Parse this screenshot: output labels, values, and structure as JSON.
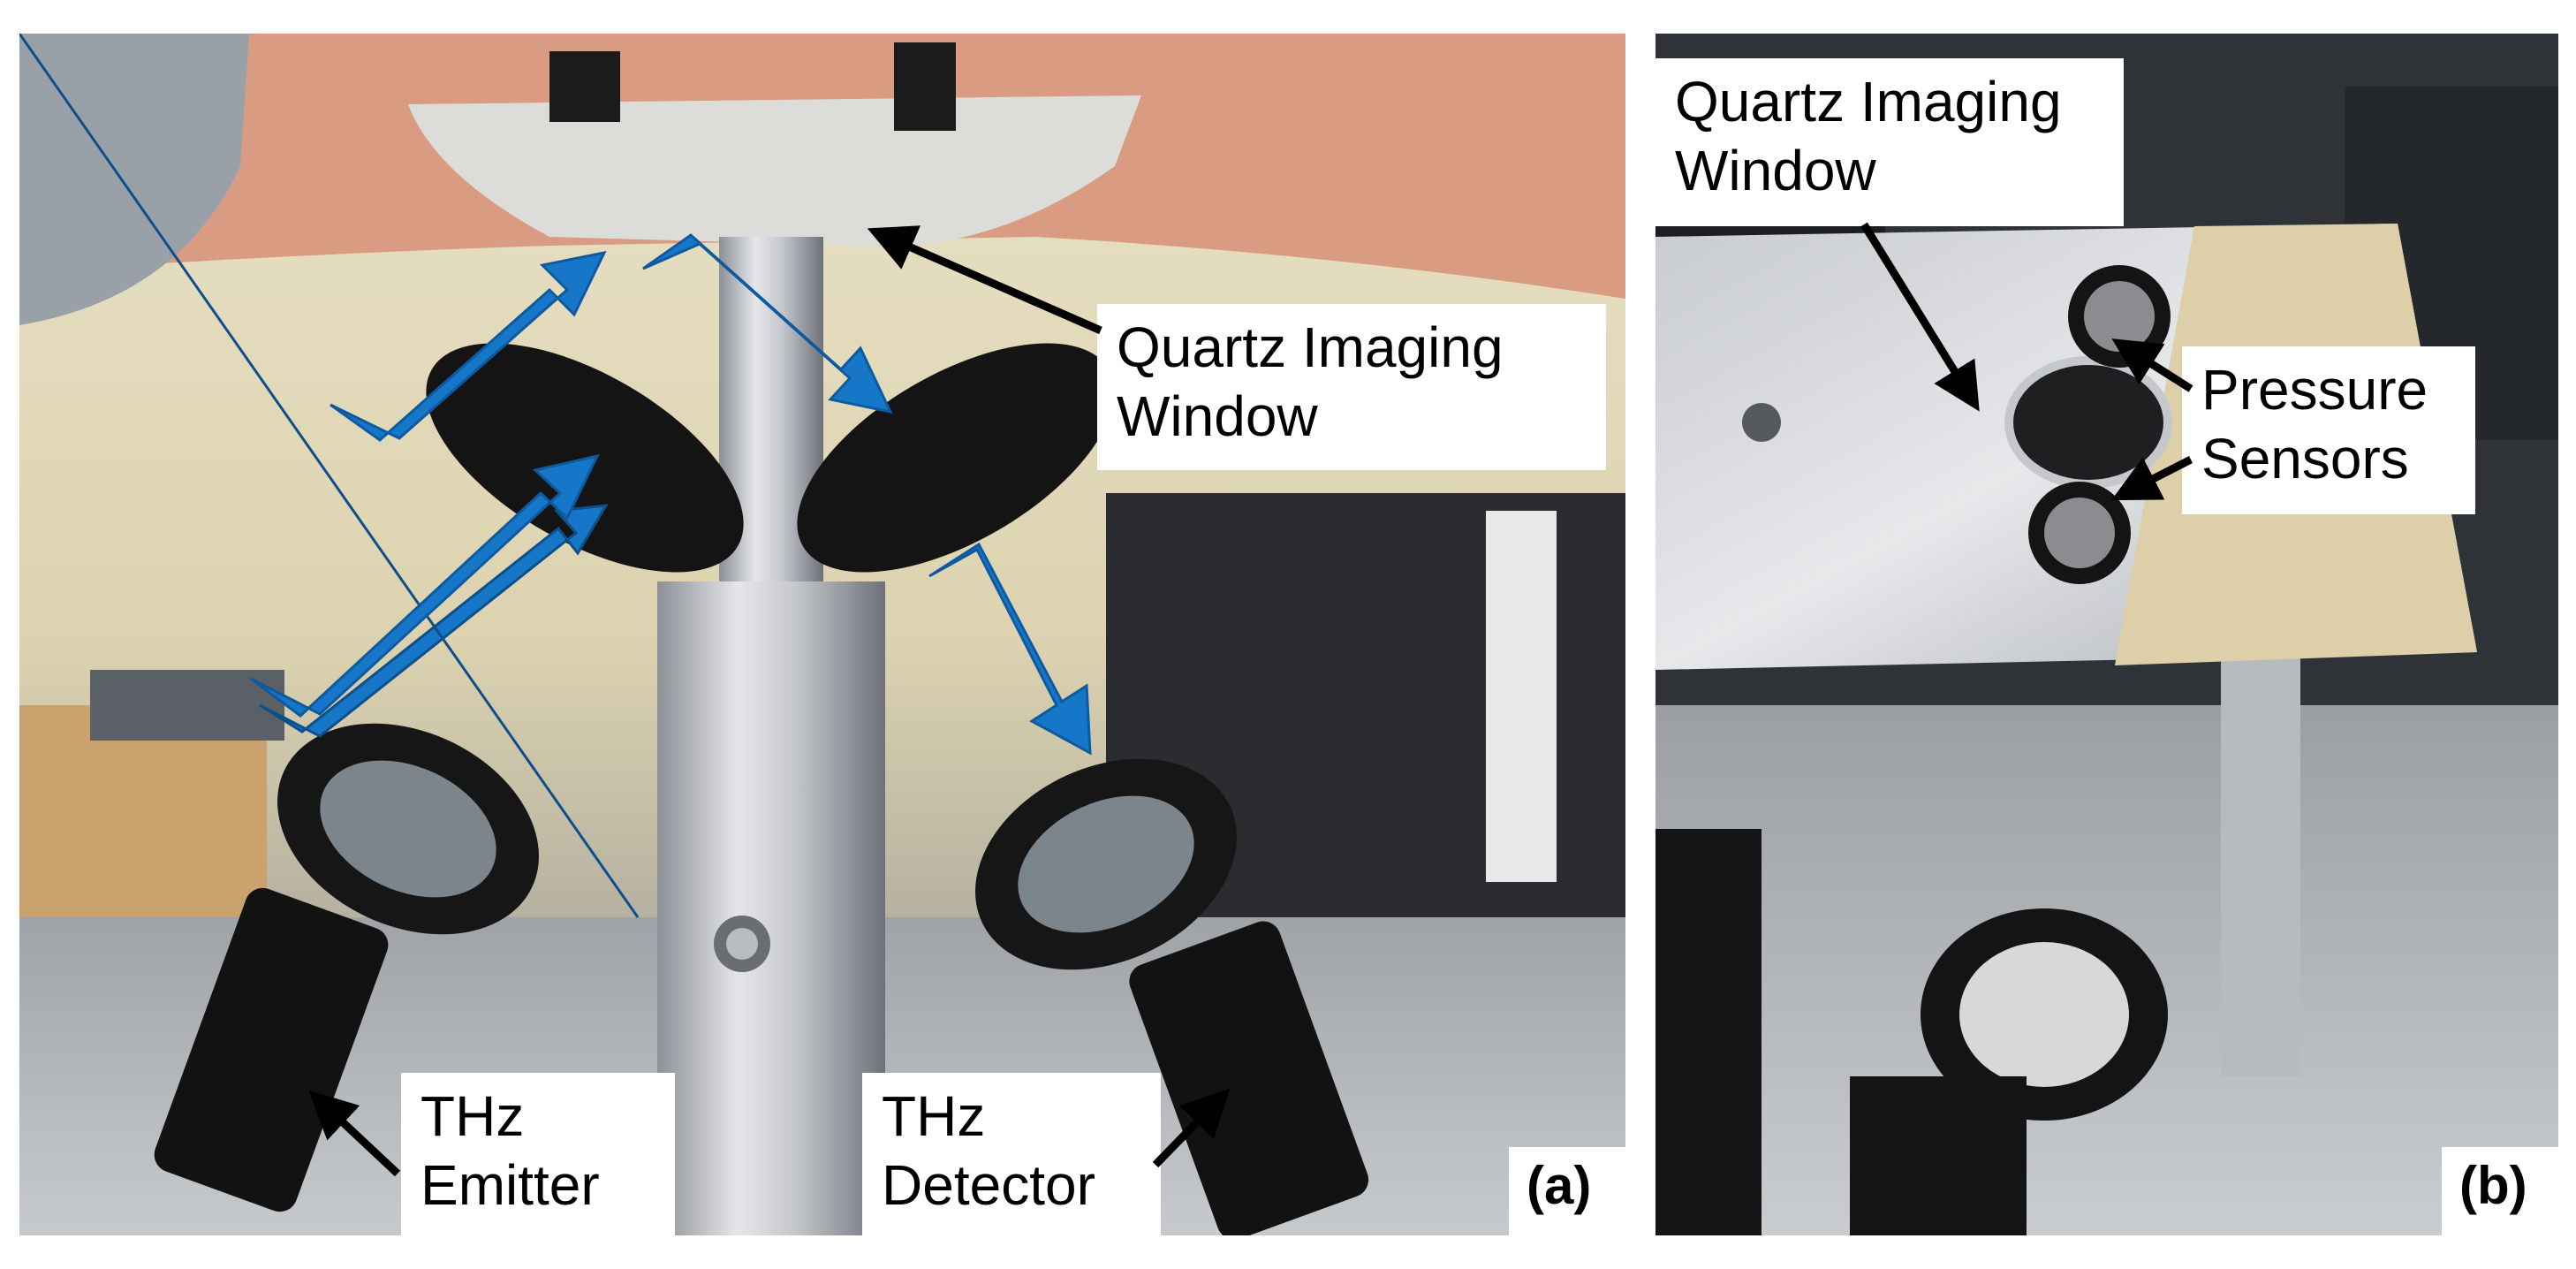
{
  "panel_a": {
    "letter": "(a)",
    "labels": {
      "window_line1": "Quartz Imaging",
      "window_line2": "Window",
      "emitter_line1": "THz",
      "emitter_line2": "Emitter",
      "detector_line1": "THz",
      "detector_line2": "Detector"
    }
  },
  "panel_b": {
    "letter": "(b)",
    "labels": {
      "window_line1": "Quartz Imaging",
      "window_line2": "Window",
      "sensors_line1": "Pressure",
      "sensors_line2": "Sensors"
    }
  },
  "colors": {
    "beam_arrow": "#1677c9",
    "pointer_arrow": "#000000",
    "label_background": "#ffffff"
  }
}
